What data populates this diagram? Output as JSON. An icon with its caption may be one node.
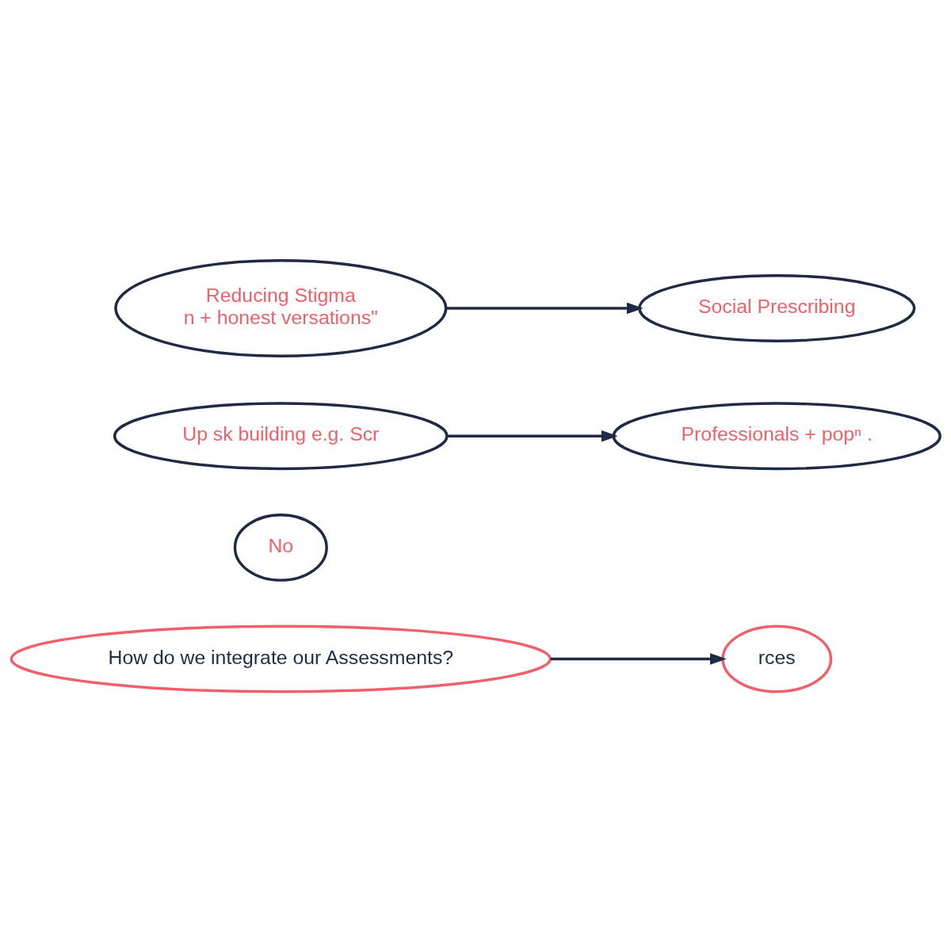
{
  "diagram": {
    "nodes": [
      {
        "text": [
          "rces"
        ]
      },
      {
        "text": [
          "How do we integrate our Assessments?"
        ]
      },
      {
        "text": [
          "No"
        ]
      },
      {
        "text": [
          "Up sk building e.g. Scr"
        ]
      },
      {
        "text": [
          "Professionals + popⁿ ."
        ]
      },
      {
        "text": [
          "Reducing Stigma",
          "n + honest versations\""
        ]
      },
      {
        "text": [
          "Social Prescribing"
        ]
      }
    ],
    "edges": [
      {
        "from": 1,
        "to": 0,
        "arrow": "to"
      },
      {
        "from": 3,
        "to": 4,
        "arrow": "to"
      },
      {
        "from": 5,
        "to": 6,
        "arrow": "to"
      }
    ]
  }
}
